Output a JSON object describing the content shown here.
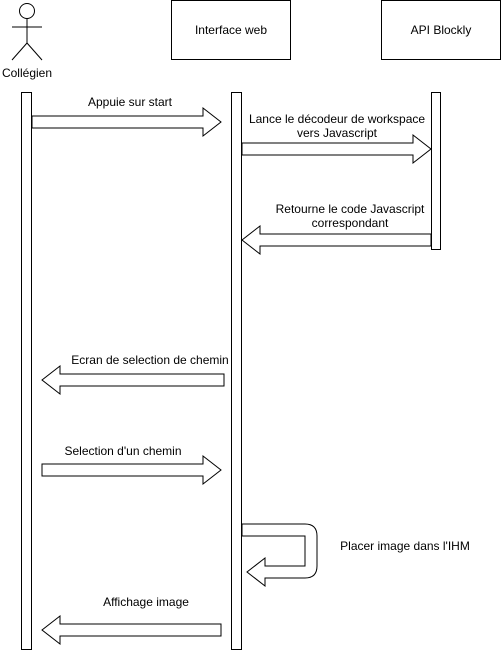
{
  "actors": {
    "student": {
      "label": "Collégien",
      "icon": "stick-figure-icon"
    },
    "web_interface": {
      "label": "Interface web"
    },
    "blockly_api": {
      "label": "API Blockly"
    }
  },
  "messages": [
    {
      "id": "m1",
      "label": "Appuie sur start",
      "from": "student",
      "to": "web_interface"
    },
    {
      "id": "m2",
      "label_line1": "Lance le décodeur de workspace",
      "label_line2": "vers Javascript",
      "from": "web_interface",
      "to": "blockly_api"
    },
    {
      "id": "m3",
      "label_line1": "Retourne le code Javascript",
      "label_line2": "correspondant",
      "from": "blockly_api",
      "to": "web_interface"
    },
    {
      "id": "m4",
      "label": "Ecran de selection de chemin",
      "from": "web_interface",
      "to": "student"
    },
    {
      "id": "m5",
      "label": "Selection d'un chemin",
      "from": "student",
      "to": "web_interface"
    },
    {
      "id": "m6",
      "label": "Placer image dans l'IHM",
      "from": "web_interface",
      "to": "web_interface"
    },
    {
      "id": "m7",
      "label": "Affichage image",
      "from": "web_interface",
      "to": "student"
    }
  ],
  "colors": {
    "stroke": "#000000",
    "fill": "#ffffff"
  }
}
